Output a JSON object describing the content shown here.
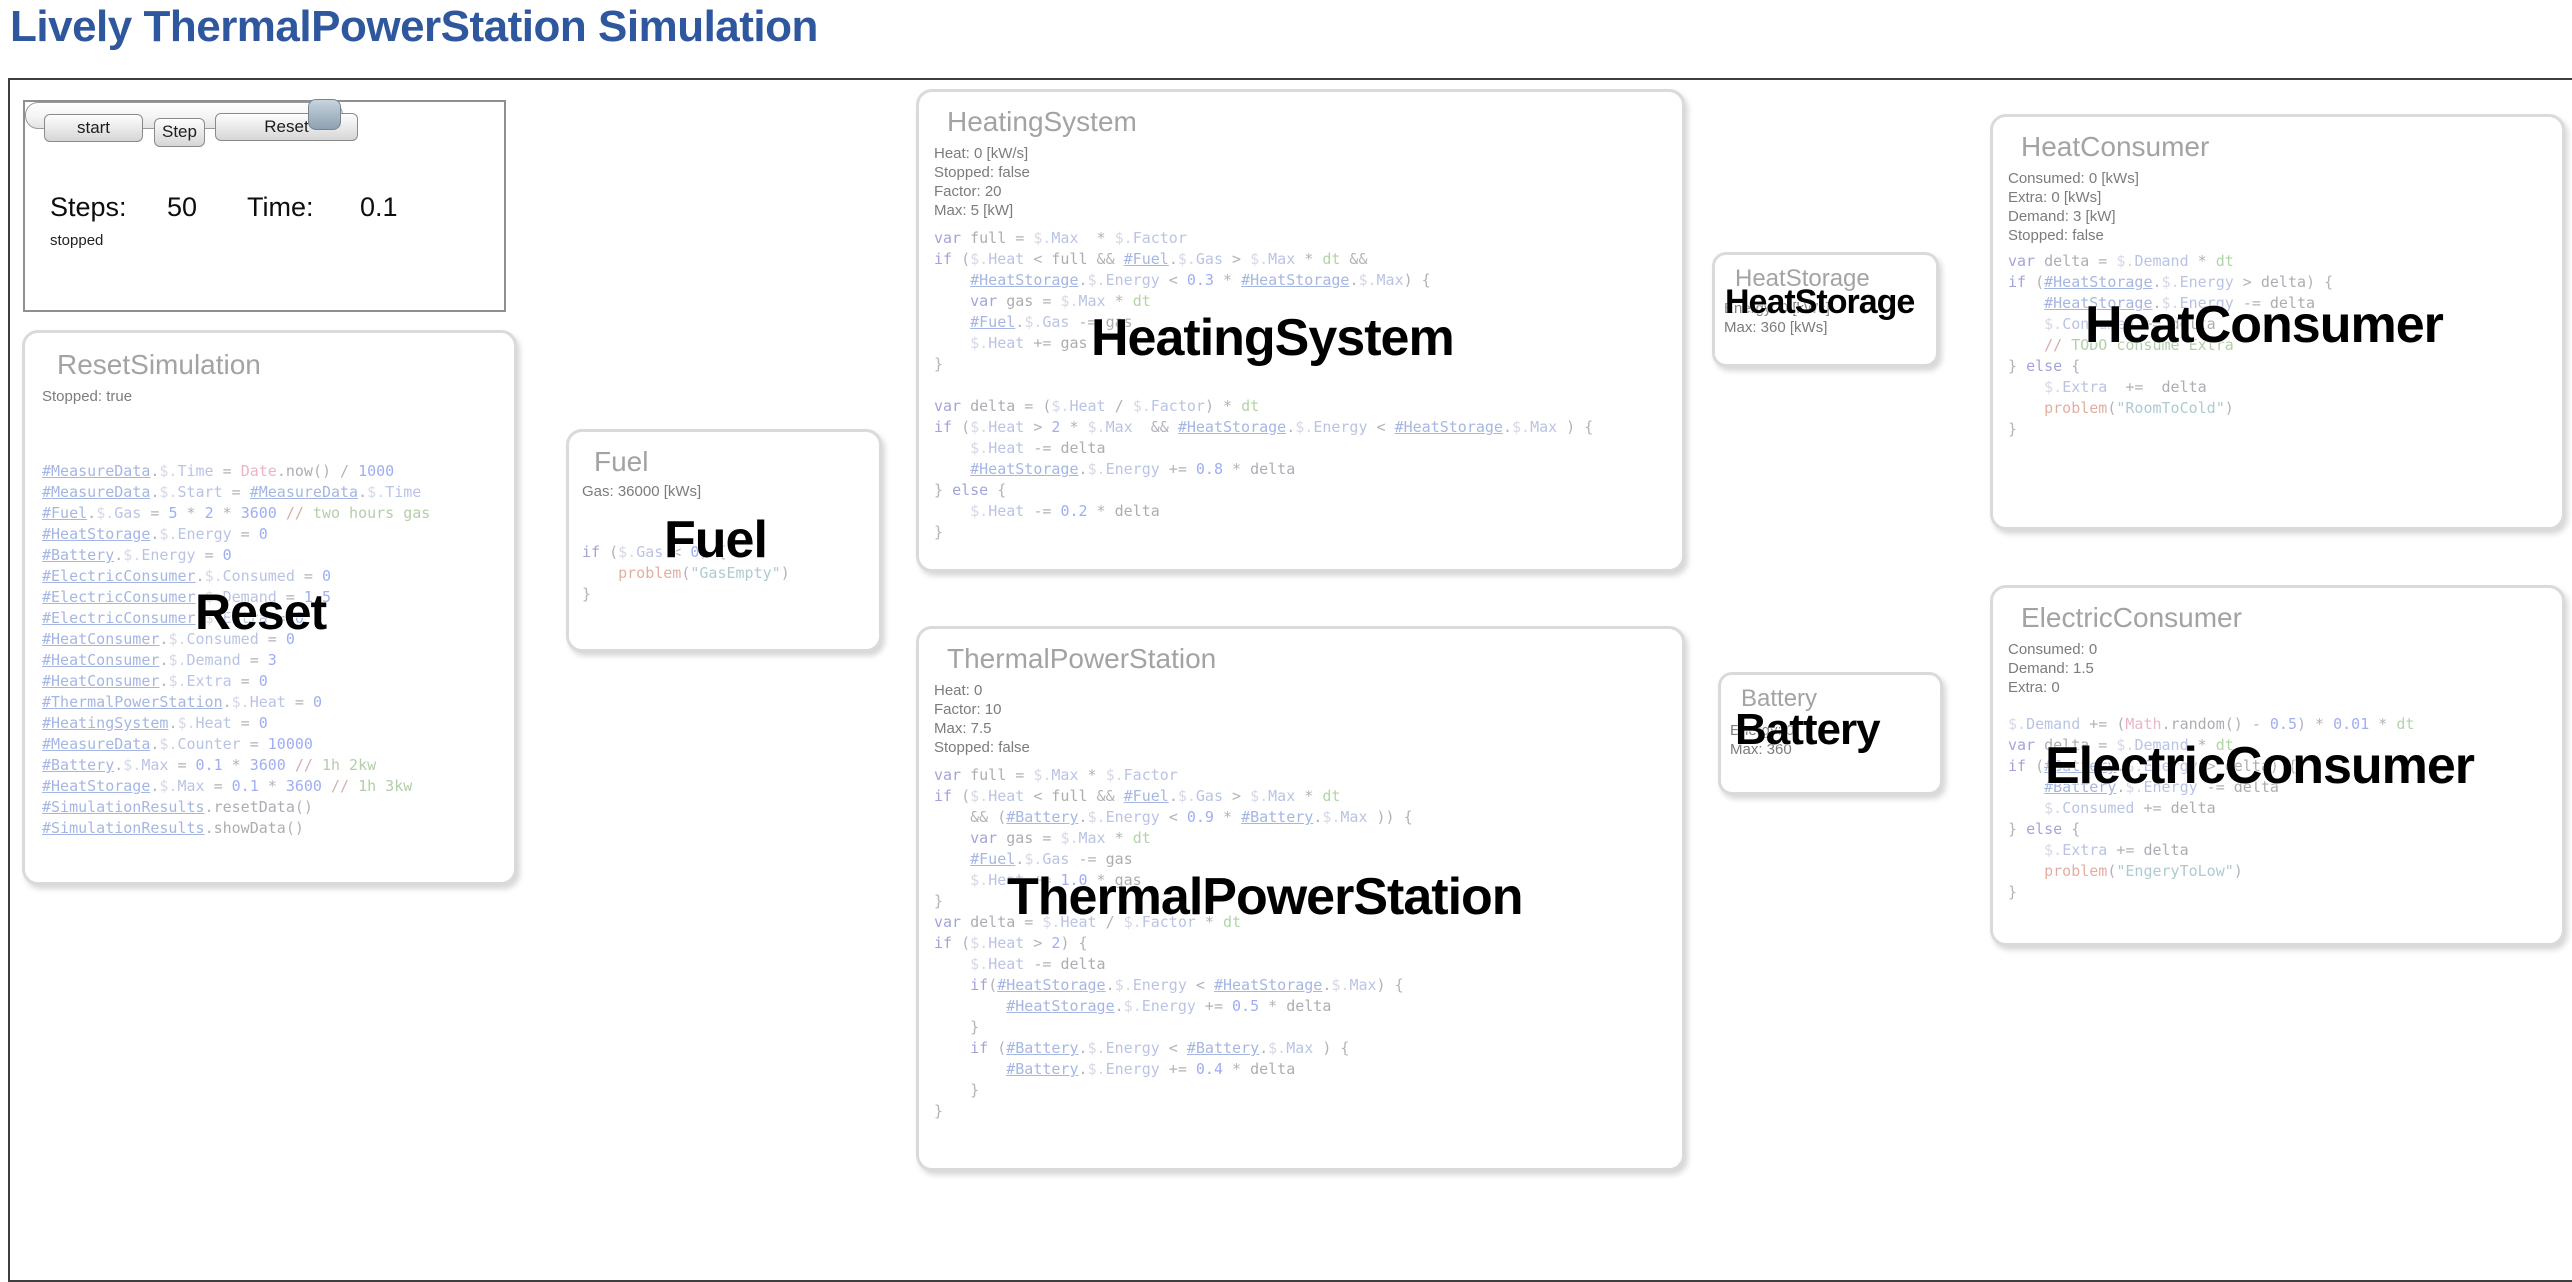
{
  "page": {
    "title": "Lively ThermalPowerStation Simulation"
  },
  "colors": {
    "title_blue": "#2e579e",
    "overlay_label_black": "#000000",
    "box_border_gray": "#dadada",
    "code_ref_blue": "#92a7dc",
    "slider_handle_blue_gray": "#a9bac7"
  },
  "control_panel": {
    "start_button": "start",
    "step_button": "Step",
    "reset_button": "Reset",
    "steps_label": "Steps:",
    "steps_value": "50",
    "time_label": "Time:",
    "time_value": "0.1",
    "status": "stopped"
  },
  "boxes": {
    "reset_simulation": {
      "title": "ResetSimulation",
      "stats": [
        "Stopped: true"
      ],
      "code": [
        "#MeasureData.$.Time = Date.now() / 1000",
        "#MeasureData.$.Start = #MeasureData.$.Time",
        "#Fuel.$.Gas = 5 * 2 * 3600 // two hours gas",
        "#HeatStorage.$.Energy = 0",
        "#Battery.$.Energy = 0",
        "#ElectricConsumer.$.Consumed = 0",
        "#ElectricConsumer.$.Demand = 1.5",
        "#ElectricConsumer.$.Extra = 0",
        "#HeatConsumer.$.Consumed = 0",
        "#HeatConsumer.$.Demand = 3",
        "#HeatConsumer.$.Extra = 0",
        "#ThermalPowerStation.$.Heat = 0",
        "#HeatingSystem.$.Heat = 0",
        "#MeasureData.$.Counter = 10000",
        "#Battery.$.Max = 0.1 * 3600 // 1h 2kw",
        "#HeatStorage.$.Max = 0.1 * 3600 // 1h 3kw",
        "#SimulationResults.resetData()",
        "#SimulationResults.showData()"
      ],
      "overlay_label": "Reset"
    },
    "fuel": {
      "title": "Fuel",
      "stats": [
        "Gas: 36000 [kWs]"
      ],
      "code": [
        "if ($.Gas < 0) {",
        "    problem(\"GasEmpty\")",
        "}"
      ],
      "overlay_label": "Fuel"
    },
    "heating_system": {
      "title": "HeatingSystem",
      "stats": [
        "Heat: 0 [kW/s]",
        "Stopped: false",
        "Factor: 20",
        "Max: 5 [kW]"
      ],
      "code": [
        "var full = $.Max  * $.Factor",
        "if ($.Heat < full && #Fuel.$.Gas > $.Max * dt &&",
        "    #HeatStorage.$.Energy < 0.3 * #HeatStorage.$.Max) {",
        "    var gas = $.Max * dt",
        "    #Fuel.$.Gas -= gas",
        "    $.Heat += gas",
        "}",
        "",
        "var delta = ($.Heat / $.Factor) * dt",
        "if ($.Heat > 2 * $.Max  && #HeatStorage.$.Energy < #HeatStorage.$.Max ) {",
        "    $.Heat -= delta",
        "    #HeatStorage.$.Energy += 0.8 * delta",
        "} else {",
        "    $.Heat -= 0.2 * delta",
        "}"
      ],
      "overlay_label": "HeatingSystem"
    },
    "thermal_power_station": {
      "title": "ThermalPowerStation",
      "stats": [
        "Heat: 0",
        "Factor: 10",
        "Max: 7.5",
        "Stopped: false"
      ],
      "code": [
        "var full = $.Max * $.Factor",
        "if ($.Heat < full && #Fuel.$.Gas > $.Max * dt",
        "    && (#Battery.$.Energy < 0.9 * #Battery.$.Max )) {",
        "    var gas = $.Max * dt",
        "    #Fuel.$.Gas -= gas",
        "    $.Heat += 1.0 * gas",
        "}",
        "var delta = $.Heat / $.Factor * dt",
        "if ($.Heat > 2) {",
        "    $.Heat -= delta",
        "    if(#HeatStorage.$.Energy < #HeatStorage.$.Max) {",
        "        #HeatStorage.$.Energy += 0.5 * delta",
        "    }",
        "    if (#Battery.$.Energy < #Battery.$.Max ) {",
        "        #Battery.$.Energy += 0.4 * delta",
        "    }",
        "}"
      ],
      "overlay_label": "ThermalPowerStation"
    },
    "heat_storage": {
      "title": "HeatStorage",
      "stats": [
        "Energy: 0 [kWs]",
        "Max: 360 [kWs]"
      ],
      "code": [],
      "overlay_label": "HeatStorage"
    },
    "battery": {
      "title": "Battery",
      "stats": [
        "Energy: 0",
        "Max: 360"
      ],
      "code": [],
      "overlay_label": "Battery"
    },
    "heat_consumer": {
      "title": "HeatConsumer",
      "stats": [
        "Consumed: 0 [kWs]",
        "Extra: 0 [kWs]",
        "Demand: 3 [kW]",
        "Stopped: false"
      ],
      "code": [
        "var delta = $.Demand * dt",
        "if (#HeatStorage.$.Energy > delta) {",
        "    #HeatStorage.$.Energy -= delta",
        "    $.Consumed += delta",
        "    // TODO consume Extra",
        "} else {",
        "    $.Extra  +=  delta",
        "    problem(\"RoomToCold\")",
        "}"
      ],
      "overlay_label": "HeatConsumer"
    },
    "electric_consumer": {
      "title": "ElectricConsumer",
      "stats": [
        "Consumed: 0",
        "Demand: 1.5",
        "Extra: 0"
      ],
      "code": [
        "$.Demand += (Math.random() - 0.5) * 0.01 * dt",
        "var delta = $.Demand * dt",
        "if (#Battery.$.Energy > delta) {",
        "    #Battery.$.Energy -= delta",
        "    $.Consumed += delta",
        "} else {",
        "    $.Extra += delta",
        "    problem(\"EngeryToLow\")",
        "}"
      ],
      "overlay_label": "ElectricConsumer"
    }
  }
}
